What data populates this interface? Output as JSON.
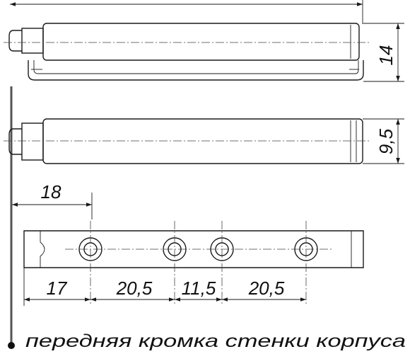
{
  "dimensions": {
    "side_height": "14",
    "top_height": "9,5",
    "edge_offset": "18",
    "hole_spacing": [
      "17",
      "20,5",
      "11,5",
      "20,5"
    ]
  },
  "caption": "передняя кромка стенки корпуса"
}
